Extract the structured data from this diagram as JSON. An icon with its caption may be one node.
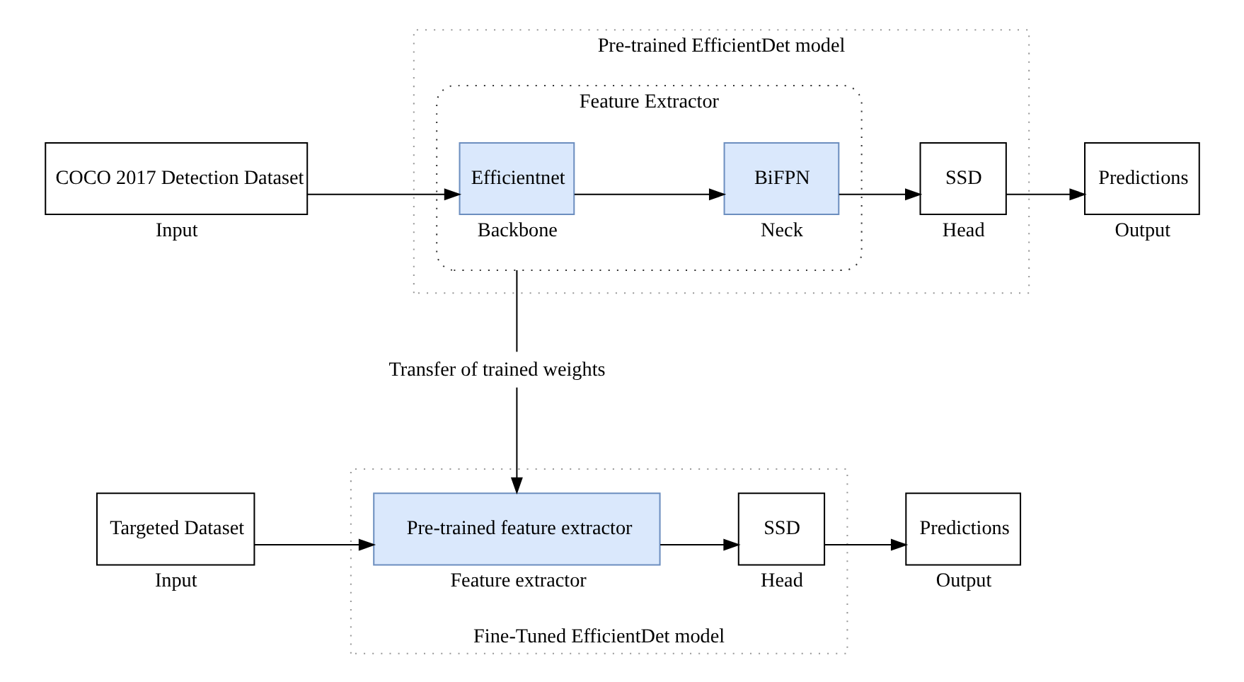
{
  "diagram": {
    "nodes": [
      {
        "text": [
          "Pre-trained EfficientDet model"
        ]
      },
      {
        "text": [
          "Feature Extractor"
        ],
        "in": 0
      },
      {
        "text": [
          "Efficientnet"
        ],
        "beside": [
          "Backbone"
        ],
        "in": 1
      },
      {
        "text": [
          "BiFPN"
        ],
        "beside": [
          "Neck"
        ],
        "in": 1
      },
      {
        "text": [
          "SSD"
        ],
        "beside": [
          "Head"
        ],
        "in": 0
      },
      {
        "text": [
          "Predictions"
        ],
        "beside": [
          "Output"
        ]
      },
      {
        "text": [
          "COCO 2017 Detection Dataset"
        ],
        "beside": [
          "Input"
        ]
      },
      {
        "text": [
          "Fine-Tuned EfficientDet model"
        ]
      },
      {
        "text": [
          "Pre-trained feature extractor"
        ],
        "beside": [
          "Feature extractor"
        ],
        "in": 7
      },
      {
        "text": [
          "SSD"
        ],
        "beside": [
          "Head"
        ],
        "in": 7
      },
      {
        "text": [
          "Predictions"
        ],
        "beside": [
          "Output"
        ]
      },
      {
        "text": [
          "Targeted Dataset"
        ],
        "beside": [
          "Input"
        ]
      }
    ],
    "edges": [
      {
        "from": 6,
        "to": 2,
        "arrow": "to"
      },
      {
        "from": 2,
        "to": 3,
        "arrow": "to"
      },
      {
        "from": 3,
        "to": 4,
        "arrow": "to"
      },
      {
        "from": 4,
        "to": 5,
        "arrow": "to"
      },
      {
        "from": 1,
        "to": 8,
        "arrow": "to",
        "label": "Transfer of trained weights"
      },
      {
        "from": 11,
        "to": 8,
        "arrow": "to"
      },
      {
        "from": 8,
        "to": 9,
        "arrow": "to"
      },
      {
        "from": 9,
        "to": 10,
        "arrow": "to"
      }
    ]
  }
}
